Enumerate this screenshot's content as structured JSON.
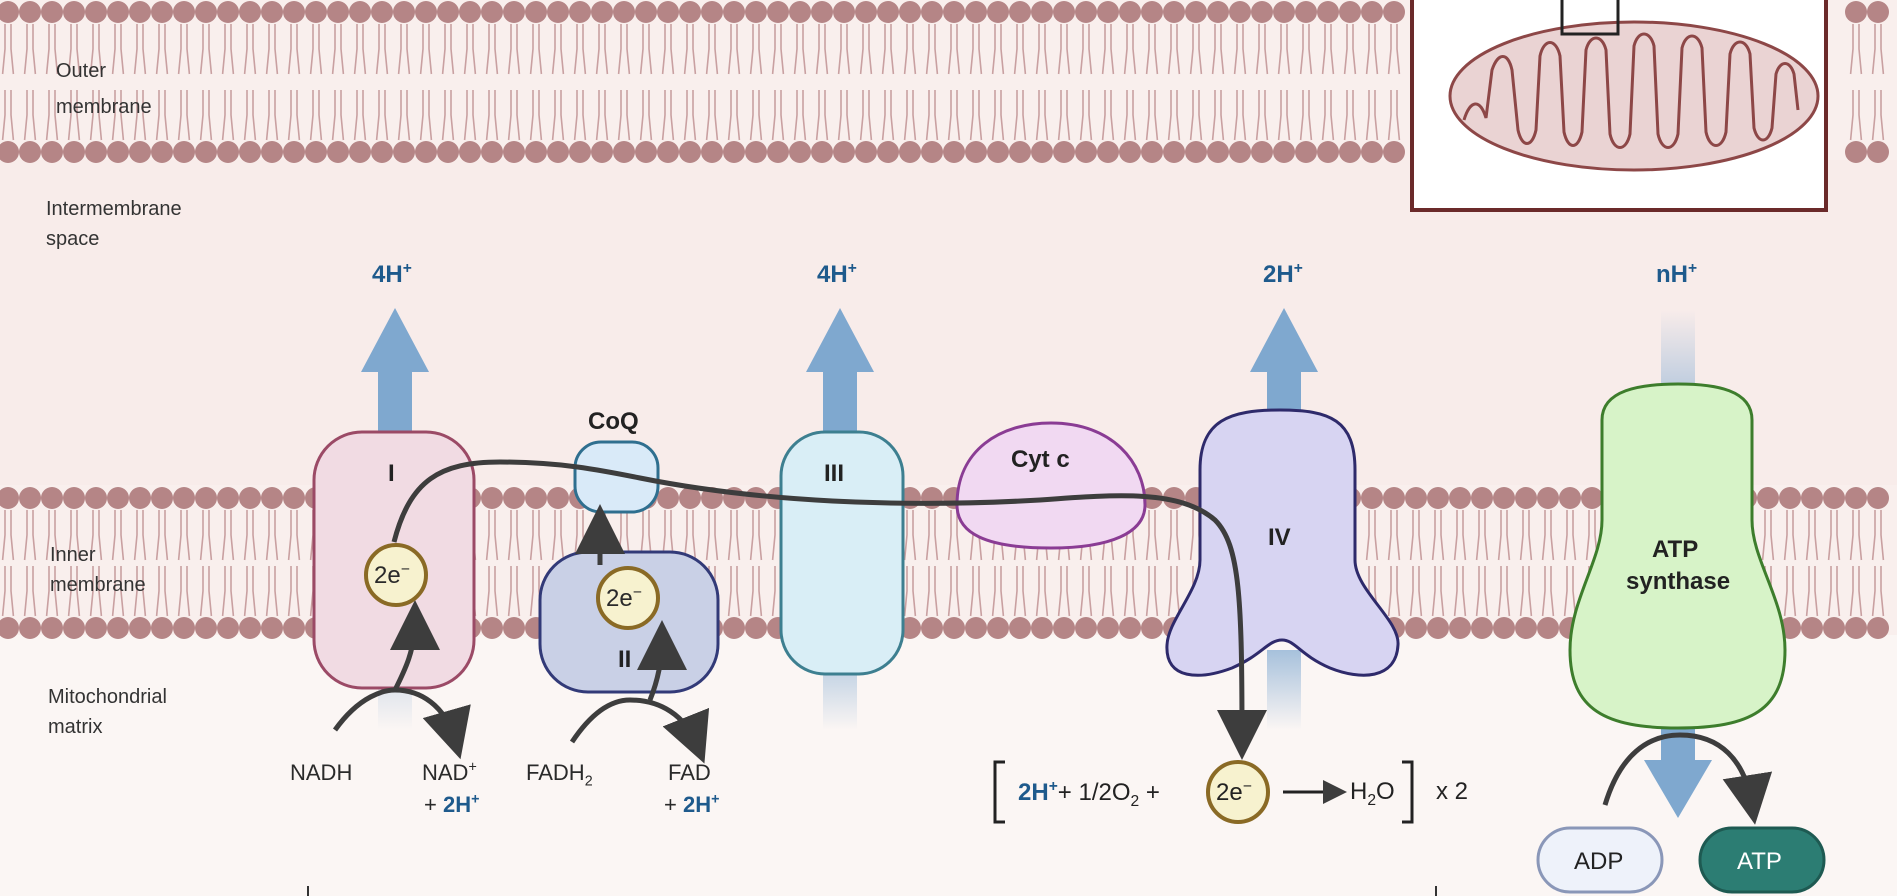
{
  "regions": {
    "outer_membrane": "Outer\nmembrane",
    "intermembrane_space": "Intermembrane\nspace",
    "inner_membrane": "Inner\nmembrane",
    "matrix": "Mitochondrial\nmatrix"
  },
  "protons": {
    "complex_i": "4H",
    "complex_iii": "4H",
    "complex_iv": "2H",
    "atp_synthase": "nH",
    "plus": "+"
  },
  "complexes": {
    "i": "I",
    "ii": "II",
    "iii": "III",
    "iv": "IV",
    "coq": "CoQ",
    "cyt_c": "Cyt c",
    "atp_synthase_line1": "ATP",
    "atp_synthase_line2": "synthase"
  },
  "electrons": {
    "label": "2e",
    "superscript": "−"
  },
  "substrates": {
    "nadh": "NADH",
    "nad": "NAD",
    "nad_sup": "+",
    "nad_plus_prefix": "+ ",
    "nad_plus_protons": "2H",
    "fadh2": "FADH",
    "fadh2_sub": "2",
    "fad": "FAD",
    "fad_plus_prefix": "+ ",
    "fad_plus_protons": "2H"
  },
  "equation": {
    "open_bracket": "[",
    "h_term": "2H",
    "h_sup": "+",
    "o2_prefix": "+ 1/2O",
    "o2_sub": "2",
    "o2_suffix": " +",
    "electrons": "2e",
    "electrons_sup": "−",
    "arrow": "⟶",
    "water_h": "H",
    "water_sub": "2",
    "water_o": "O",
    "close_bracket": "]",
    "multiplier": "x 2"
  },
  "atp": {
    "adp": "ADP",
    "atp": "ATP"
  },
  "colors": {
    "background": "#fbf6f4",
    "intermembrane": "#f8ecea",
    "lipid_head": "#b58586",
    "lipid_tail": "#c9a0a1",
    "proton_arrow": "#7fa8cf",
    "proton_text": "#1e5a8c",
    "complex_i_fill": "#f1dbe3",
    "complex_i_stroke": "#9b4a66",
    "complex_ii_fill": "#c9d0e6",
    "complex_ii_stroke": "#323a78",
    "complex_iii_fill": "#d9eef6",
    "complex_iii_stroke": "#3d7f90",
    "coq_fill": "#d9eaf8",
    "coq_stroke": "#2f6f8f",
    "cytc_fill": "#f1d9f2",
    "cytc_stroke": "#8a3c94",
    "complex_iv_fill": "#d7d4f2",
    "complex_iv_stroke": "#2e2a6b",
    "atp_synthase_fill": "#d7f3c8",
    "atp_synthase_stroke": "#3d7d2c",
    "electron_fill": "#f7f2cf",
    "electron_stroke": "#8a6a25",
    "adp_fill": "#eef2fa",
    "adp_stroke": "#8a97b8",
    "atp_fill": "#2c7d73",
    "mito_fill": "#ead3d3",
    "mito_stroke": "#8d4747",
    "inset_stroke": "#6b2a2a"
  },
  "icons": {
    "mitochondrion": "mitochondrion-icon",
    "proton_arrow": "up-arrow-icon",
    "electron_path": "curved-arrow-icon"
  }
}
